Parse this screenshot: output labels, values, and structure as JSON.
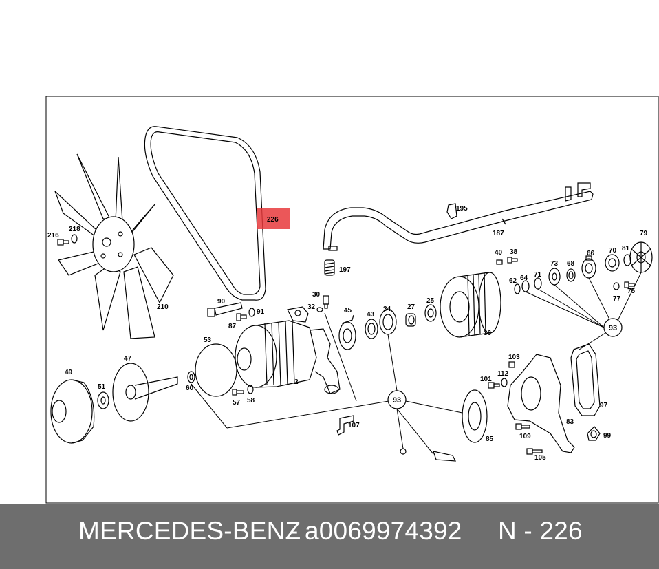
{
  "diagram": {
    "callouts": [
      {
        "id": "216",
        "label": "216"
      },
      {
        "id": "218",
        "label": "218"
      },
      {
        "id": "210",
        "label": "210"
      },
      {
        "id": "226",
        "label": "226",
        "highlighted": true
      },
      {
        "id": "195",
        "label": "195"
      },
      {
        "id": "187",
        "label": "187"
      },
      {
        "id": "197",
        "label": "197"
      },
      {
        "id": "90",
        "label": "90"
      },
      {
        "id": "91",
        "label": "91"
      },
      {
        "id": "87",
        "label": "87"
      },
      {
        "id": "30",
        "label": "30"
      },
      {
        "id": "32",
        "label": "32"
      },
      {
        "id": "45",
        "label": "45"
      },
      {
        "id": "43",
        "label": "43"
      },
      {
        "id": "34",
        "label": "34"
      },
      {
        "id": "27",
        "label": "27"
      },
      {
        "id": "25",
        "label": "25"
      },
      {
        "id": "36",
        "label": "36"
      },
      {
        "id": "40",
        "label": "40"
      },
      {
        "id": "38",
        "label": "38"
      },
      {
        "id": "62",
        "label": "62"
      },
      {
        "id": "64",
        "label": "64"
      },
      {
        "id": "71",
        "label": "71"
      },
      {
        "id": "73",
        "label": "73"
      },
      {
        "id": "68",
        "label": "68"
      },
      {
        "id": "66",
        "label": "66"
      },
      {
        "id": "70",
        "label": "70"
      },
      {
        "id": "81",
        "label": "81"
      },
      {
        "id": "79",
        "label": "79"
      },
      {
        "id": "77",
        "label": "77"
      },
      {
        "id": "75",
        "label": "75"
      },
      {
        "id": "53",
        "label": "53"
      },
      {
        "id": "49",
        "label": "49"
      },
      {
        "id": "47",
        "label": "47"
      },
      {
        "id": "51",
        "label": "51"
      },
      {
        "id": "60",
        "label": "60"
      },
      {
        "id": "57",
        "label": "57"
      },
      {
        "id": "58",
        "label": "58"
      },
      {
        "id": "2",
        "label": "2"
      },
      {
        "id": "107",
        "label": "107"
      },
      {
        "id": "103",
        "label": "103"
      },
      {
        "id": "101",
        "label": "101"
      },
      {
        "id": "112",
        "label": "112"
      },
      {
        "id": "85",
        "label": "85"
      },
      {
        "id": "109",
        "label": "109"
      },
      {
        "id": "105",
        "label": "105"
      },
      {
        "id": "83",
        "label": "83"
      },
      {
        "id": "97",
        "label": "97"
      },
      {
        "id": "99",
        "label": "99"
      }
    ],
    "group_markers": [
      {
        "id": "93a",
        "label": "93"
      },
      {
        "id": "93b",
        "label": "93"
      }
    ],
    "highlight_color": "#e8393c"
  },
  "footer": {
    "brand": "MERCEDES-BENZ",
    "separator": "-",
    "part_number": "a0069974392",
    "position": "N - 226"
  }
}
